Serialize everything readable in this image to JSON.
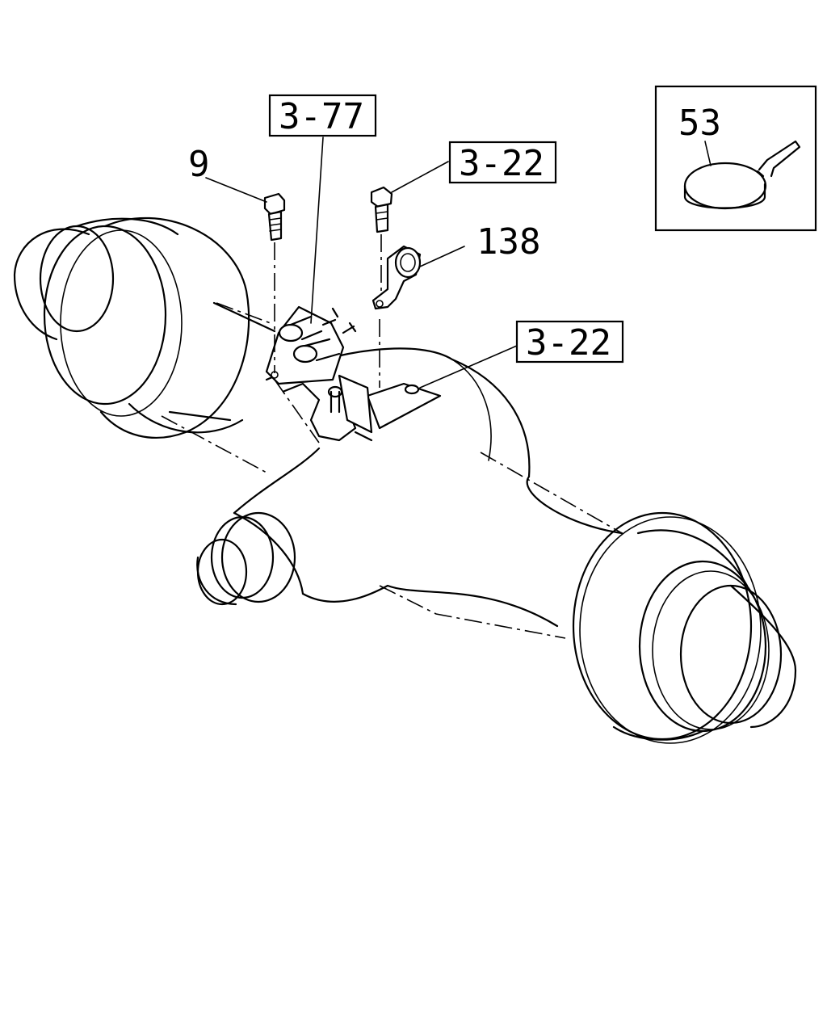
{
  "callouts": {
    "ref_3_77": "3-77",
    "ref_3_22_top": "3-22",
    "ref_3_22_mid": "3-22",
    "part_9": "9",
    "part_138": "138",
    "part_53": "53"
  }
}
